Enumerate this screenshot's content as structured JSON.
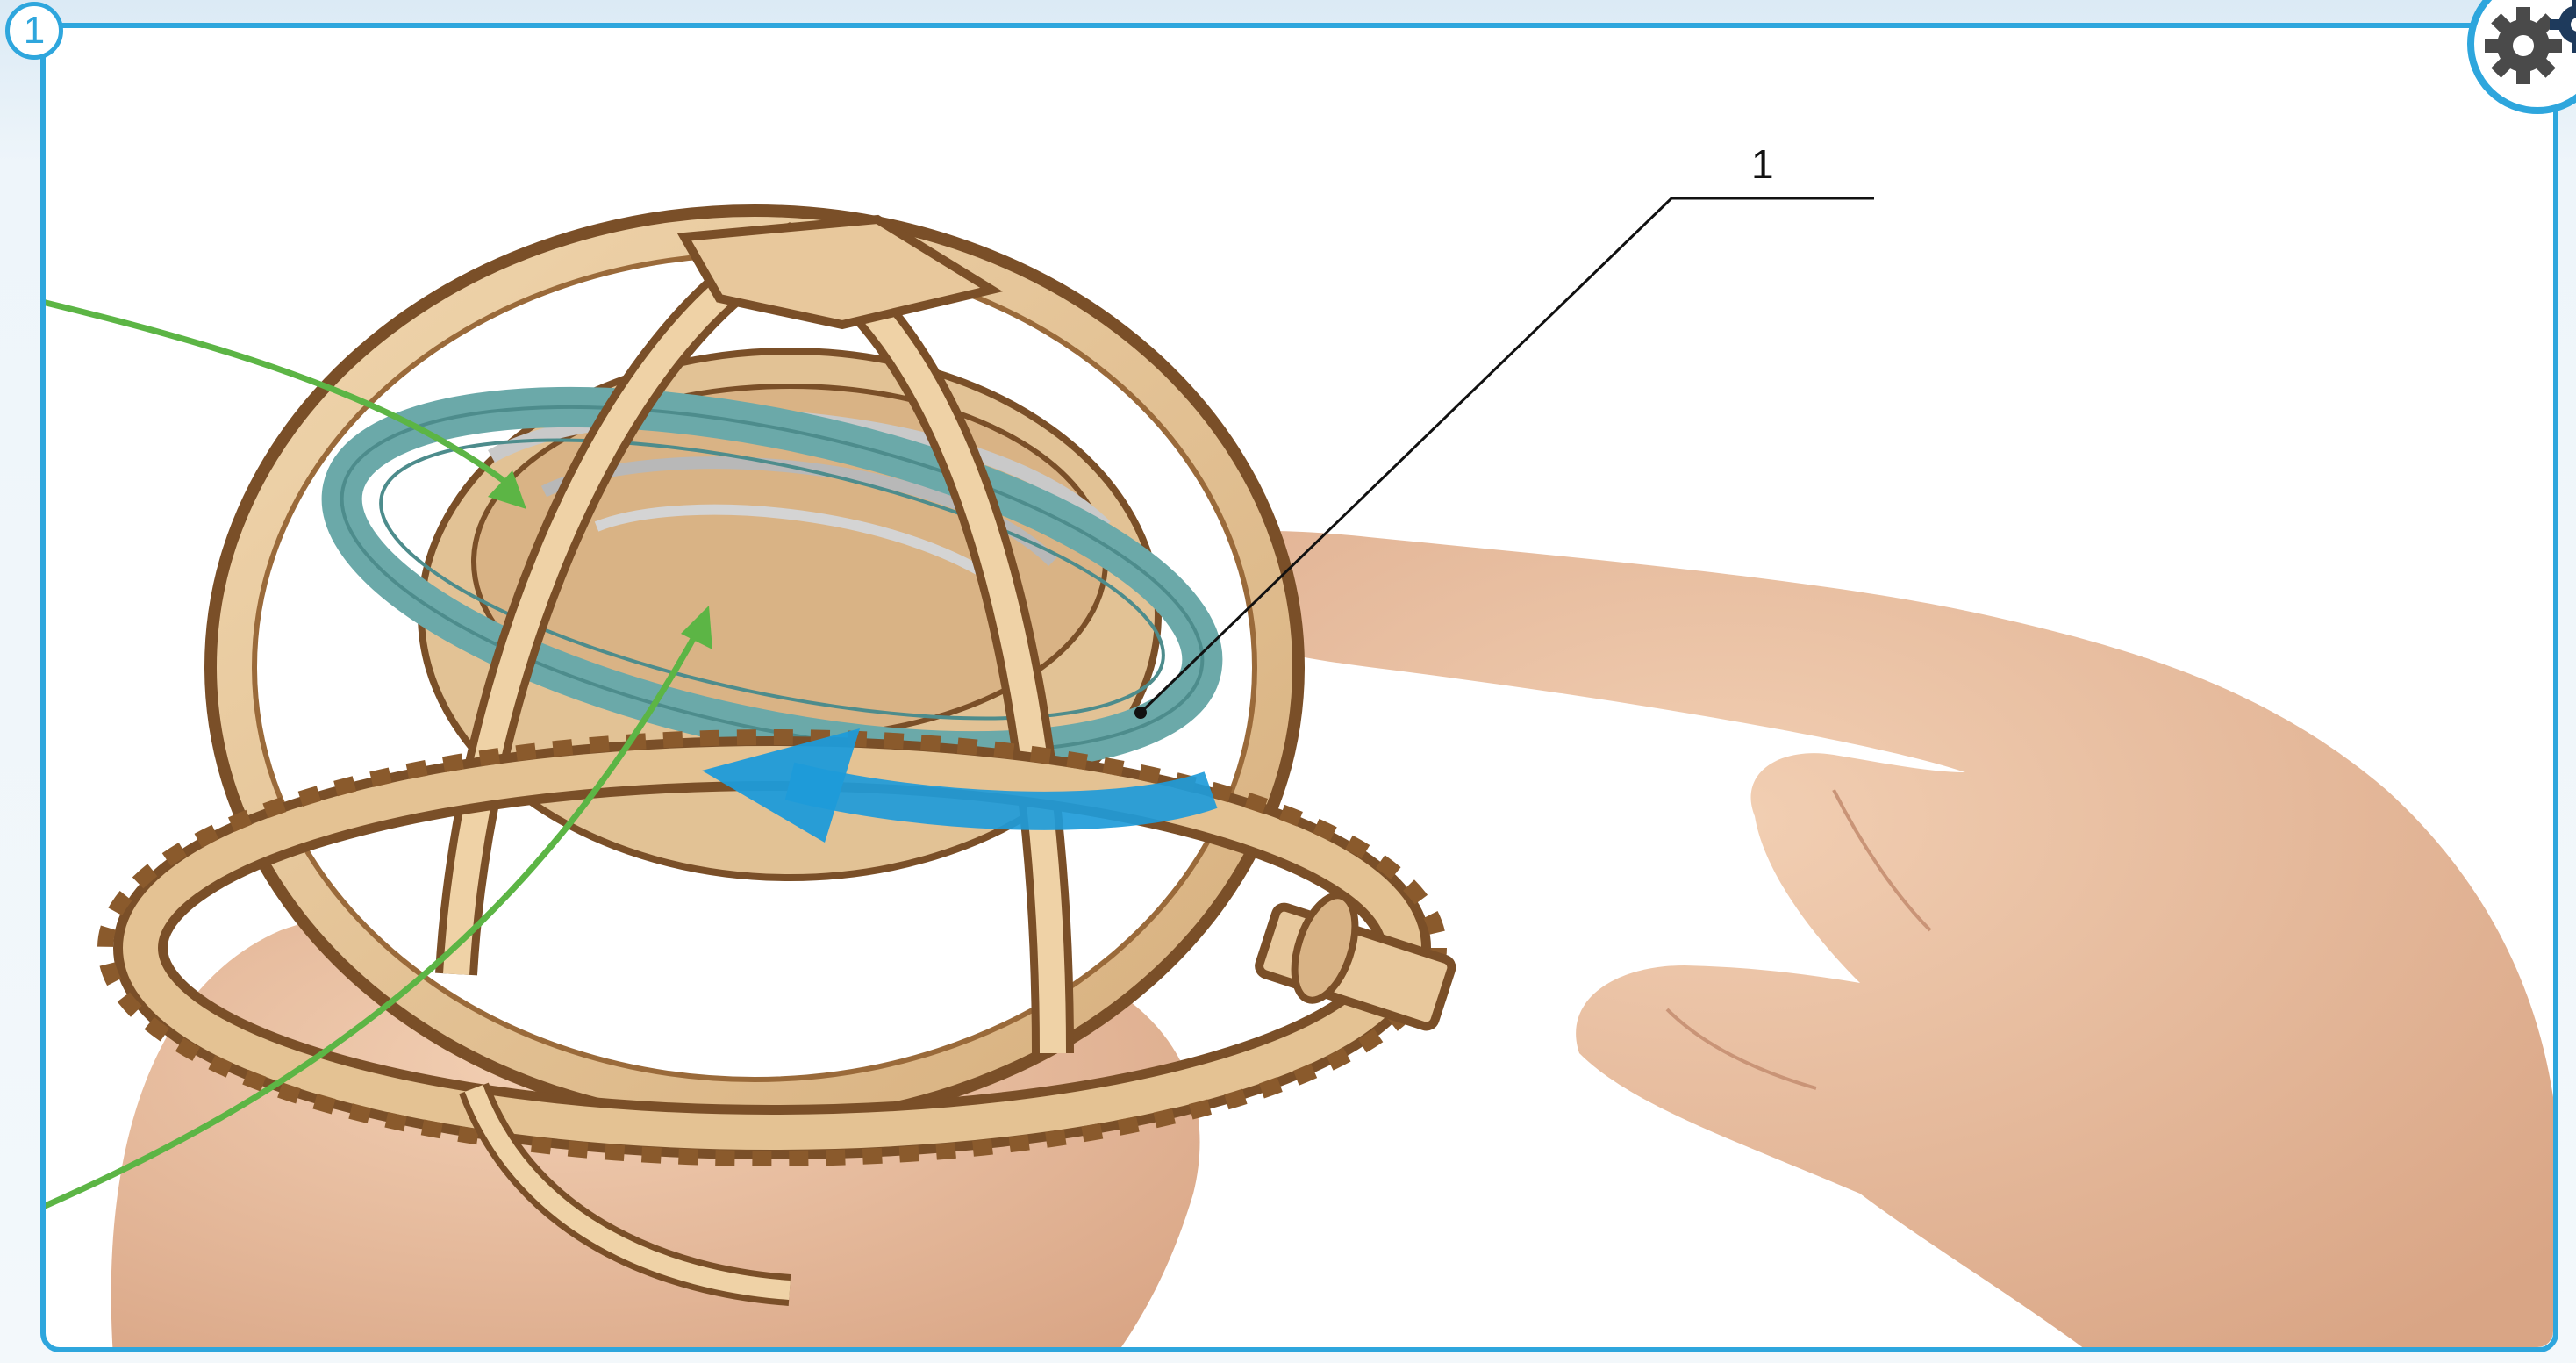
{
  "step": {
    "number": "1"
  },
  "callouts": [
    {
      "label": "1"
    }
  ],
  "icons": {
    "step_badge": "step-number-circle",
    "corner": "gear-icon",
    "rotation_arrow": "rotate-arrow-icon"
  },
  "colors": {
    "frame": "#2ea6dd",
    "guide_lines": "#5cb545",
    "rotation_arrow": "#1e9bd9",
    "rings": "#6ba9a9",
    "wood": "#e8c89c",
    "wood_edge": "#7a4f28",
    "skin": "#e8b999"
  }
}
